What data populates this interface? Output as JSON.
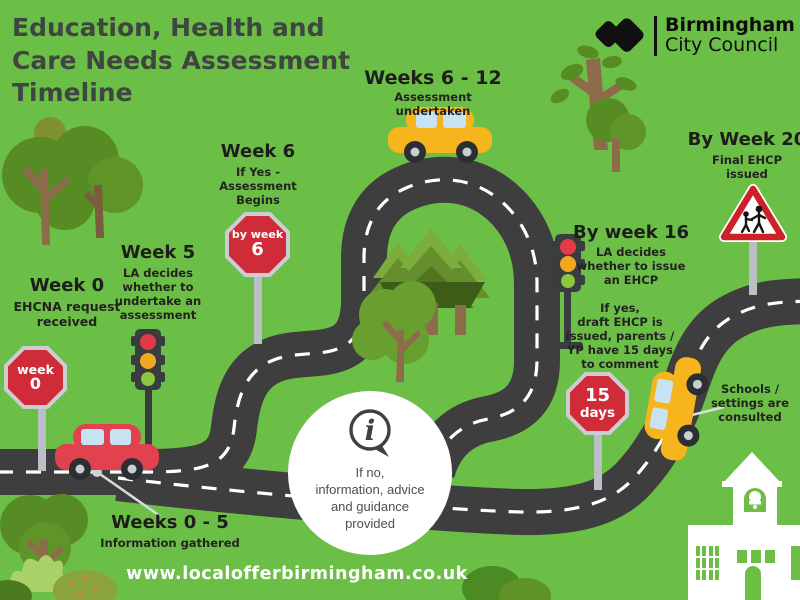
{
  "title": "Education, Health and\nCare Needs Assessment\nTimeline",
  "logo": {
    "line1": "Birmingham",
    "line2": "City Council"
  },
  "milestones": {
    "week0": {
      "heading": "Week 0",
      "body": "EHCNA request\nreceived",
      "sign_top": "week",
      "sign_bottom": "0"
    },
    "weeks05": {
      "heading": "Weeks 0 - 5",
      "body": "Information gathered"
    },
    "week5": {
      "heading": "Week 5",
      "body": "LA decides\nwhether to\nundertake an\nassessment"
    },
    "week6": {
      "heading": "Week 6",
      "body": "If Yes -\nAssessment\nBegins",
      "sign_top": "by week",
      "sign_bottom": "6"
    },
    "weeks6_12": {
      "heading": "Weeks 6 - 12",
      "body": "Assessment\nundertaken"
    },
    "week16": {
      "heading": "By week 16",
      "body": "LA decides\nwhether to issue\nan EHCP",
      "body2": "If yes,\ndraft EHCP is\nissued, parents /\nYP have 15 days\nto comment",
      "sign_top": "15",
      "sign_bottom": "days"
    },
    "week20": {
      "heading": "By Week 20",
      "body": "Final EHCP\nissued"
    },
    "schools": {
      "body": "Schools /\nsettings are\nconsulted"
    }
  },
  "info_circle": {
    "text": "If no,\ninformation, advice\nand guidance\nprovided"
  },
  "footer": {
    "url": "www.localofferbirmingham.co.uk"
  },
  "colors": {
    "background": "#6cbf46",
    "road": "#3e3e3e",
    "road_dash": "#ffffff",
    "sign_red": "#d02b39",
    "sign_border": "#c9ced3",
    "warning_red": "#cc2128",
    "car_red": "#e2414e",
    "car_yellow": "#f6b51c",
    "light_red": "#e23b47",
    "light_amber": "#efa820",
    "light_green": "#8dc63f",
    "tree_green": "#578c25",
    "text_dark": "#1d1d1b",
    "title_gray": "#3f4540",
    "white": "#ffffff"
  }
}
